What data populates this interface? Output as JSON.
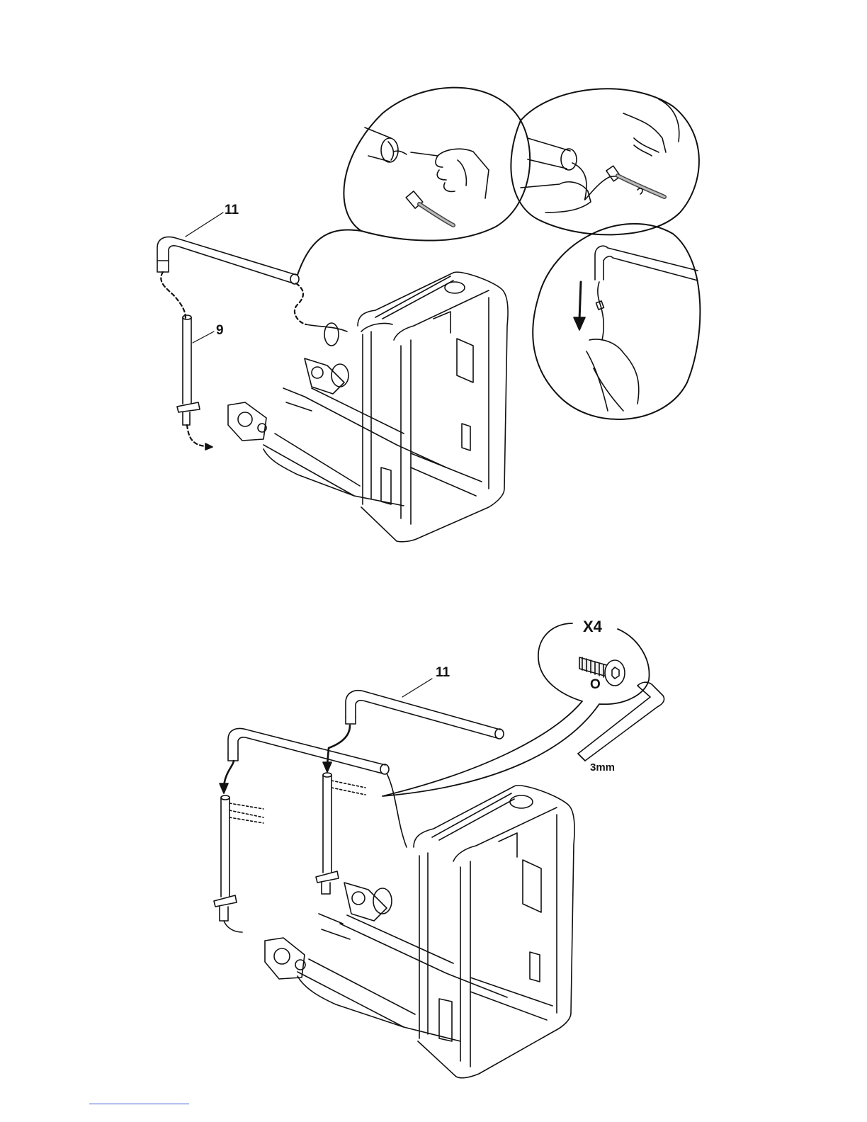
{
  "step1": {
    "part_crossbar": "11",
    "part_post": "9"
  },
  "step2": {
    "part_crossbar": "11",
    "hardware_qty": "X4",
    "hardware_part": "O",
    "tool_size": "3mm"
  },
  "colors": {
    "ink": "#111111",
    "link": "#3a5bd9"
  },
  "icons": [
    "hand-pointing-icon",
    "hand-threading-icon",
    "pull-down-arrow-icon",
    "bolt-icon",
    "hex-key-icon",
    "cable-connector-icon"
  ]
}
